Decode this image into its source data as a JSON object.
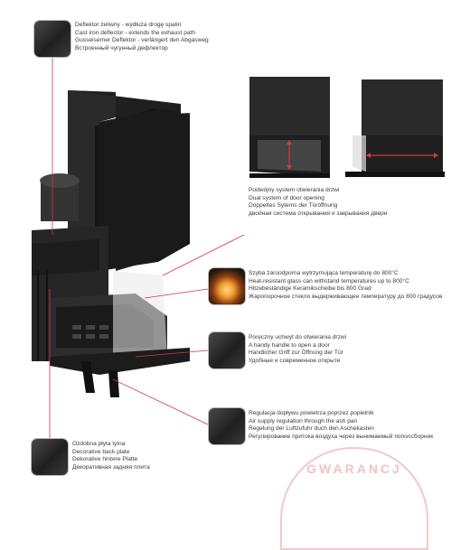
{
  "captions": {
    "deflector": {
      "lines": [
        "Deflektor żeliwny - wydłuża drogę spalin",
        "Cast iron deflector - extends the exhaust path",
        "Gusseiserner Deflektor - verlängert den Abgasweg",
        "Встроенный чугунный дефлектор"
      ]
    },
    "doors": {
      "lines": [
        "Podwójny system otwierania drzwi",
        "Dual system of door opening",
        "Doppeltes Sytems der Türöffnung",
        "двойная система открывания и закрывания двери"
      ]
    },
    "glass": {
      "lines": [
        "Szyba żaroodporna wytrzymująca temperaturę do 800°C",
        "Heat-resistant glass can withstand temperatures up to 800°C",
        "Hitzebeständige Keramikscheibe bis 800 Grad",
        "Жаропорочное стекло выдерживающее температуру до 800 градусов"
      ]
    },
    "handle": {
      "lines": [
        "Poręczny uchwyt do otwierania drzwi",
        "A handy handle to open a door",
        "Handlicher Griff zur Öffnung der Tür",
        "Удобные и современное открыте"
      ]
    },
    "air": {
      "lines": [
        "Regulacja dopływu powietrza poprzez popielnik",
        "Air supply regulation through the ash pan",
        "Regelung der Luftzufuhr duch den Aschekasten",
        "Регулирование притока воздуха через вынимаемый пополсборник"
      ]
    },
    "backplate": {
      "lines": [
        "Ozdobna płyta tylna",
        "Decorative back plate",
        "Dekorative hintere Platte",
        "Декоративная задняя плита"
      ]
    }
  },
  "stamp_text": "GWARANCJ",
  "colors": {
    "callout_line": "#d23b3b",
    "body": "#1e1e1e",
    "text": "#3a3a3a"
  },
  "icons": [
    "fireplace-illustration",
    "deflector-thumb",
    "glass-thumb",
    "handle-thumb",
    "air-thumb",
    "backplate-thumb"
  ]
}
